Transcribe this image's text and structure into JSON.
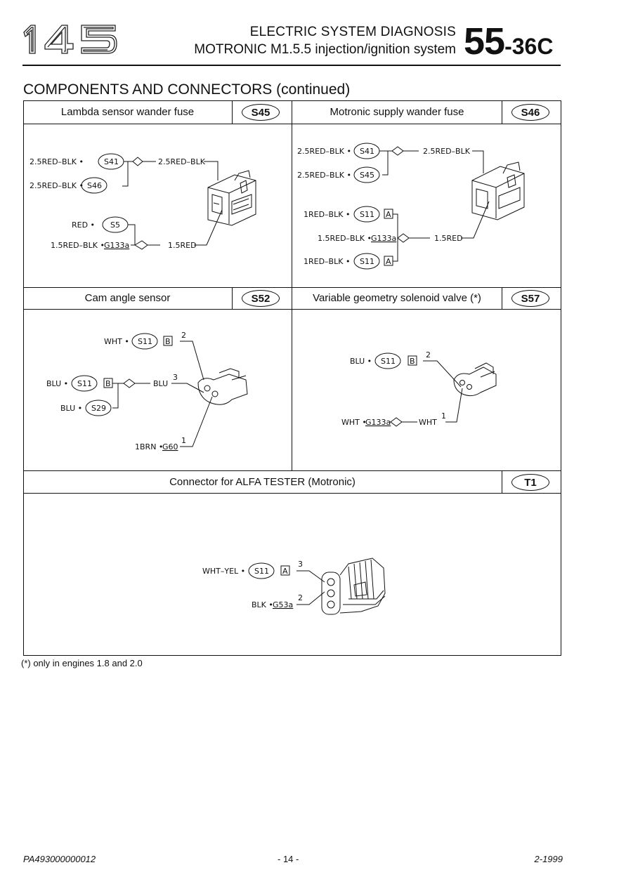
{
  "header": {
    "logo_text": "145",
    "line1": "ELECTRIC SYSTEM DIAGNOSIS",
    "line2": "MOTRONIC M1.5.5 injection/ignition system",
    "code_big": "55",
    "code_small": "-36C"
  },
  "section_title": "COMPONENTS AND CONNECTORS (continued)",
  "cells": {
    "s45": {
      "label": "Lambda sensor wander fuse",
      "code": "S45"
    },
    "s46": {
      "label": "Motronic supply wander fuse",
      "code": "S46"
    },
    "s52": {
      "label": "Cam angle sensor",
      "code": "S52"
    },
    "s57": {
      "label": "Variable geometry solenoid valve (*)",
      "code": "S57"
    },
    "t1": {
      "label": "Connector for ALFA TESTER (Motronic)",
      "code": "T1"
    }
  },
  "diagrams": {
    "s45": {
      "w1": "2.5RED–BLK •",
      "w1_code": "S41",
      "w1_out": "2.5RED–BLK",
      "w2": "2.5RED–BLK •",
      "w2_code": "S46",
      "w3": "RED •",
      "w3_code": "S5",
      "w4": "1.5RED–BLK •",
      "w4_ref": "G133a",
      "w4_out": "1.5RED"
    },
    "s46": {
      "w1": "2.5RED–BLK •",
      "w1_code": "S41",
      "w1_out": "2.5RED–BLK",
      "w2": "2.5RED–BLK •",
      "w2_code": "S45",
      "w3": "1RED–BLK •",
      "w3_code": "S11",
      "w3_box": "A",
      "w4": "1.5RED–BLK •",
      "w4_ref": "G133a",
      "w4_out": "1.5RED",
      "w5": "1RED–BLK •",
      "w5_code": "S11",
      "w5_box": "A"
    },
    "s52": {
      "w1": "WHT •",
      "w1_code": "S11",
      "w1_box": "B",
      "w1_pin": "2",
      "w2": "BLU •",
      "w2_code": "S11",
      "w2_box": "B",
      "w2_out": "BLU",
      "w2_pin": "3",
      "w3": "BLU •",
      "w3_code": "S29",
      "w4": "1BRN •",
      "w4_ref": "G60",
      "w4_pin": "1"
    },
    "s57": {
      "w1": "BLU •",
      "w1_code": "S11",
      "w1_box": "B",
      "w1_pin": "2",
      "w2": "WHT •",
      "w2_ref": "G133a",
      "w2_out": "WHT",
      "w2_pin": "1"
    },
    "t1": {
      "w1": "WHT–YEL •",
      "w1_code": "S11",
      "w1_box": "A",
      "w1_pin": "3",
      "w2": "BLK •",
      "w2_ref": "G53a",
      "w2_pin": "2"
    }
  },
  "footnote": "(*) only in engines 1.8 and 2.0",
  "footer": {
    "left": "PA493000000012",
    "middle": "- 14 -",
    "right": "2-1999"
  }
}
